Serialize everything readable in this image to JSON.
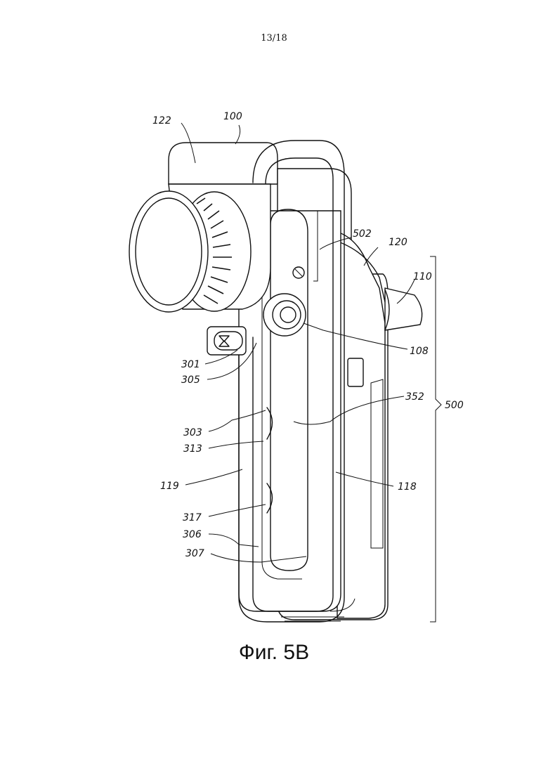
{
  "page_number": "13/18",
  "figure_caption": "Фиг. 5B",
  "reference_labels": {
    "r100": "100",
    "r122": "122",
    "r502": "502",
    "r120": "120",
    "r110": "110",
    "r108": "108",
    "r301": "301",
    "r305": "305",
    "r352": "352",
    "r500": "500",
    "r303": "303",
    "r313": "313",
    "r119": "119",
    "r118": "118",
    "r317": "317",
    "r306": "306",
    "r307": "307"
  }
}
